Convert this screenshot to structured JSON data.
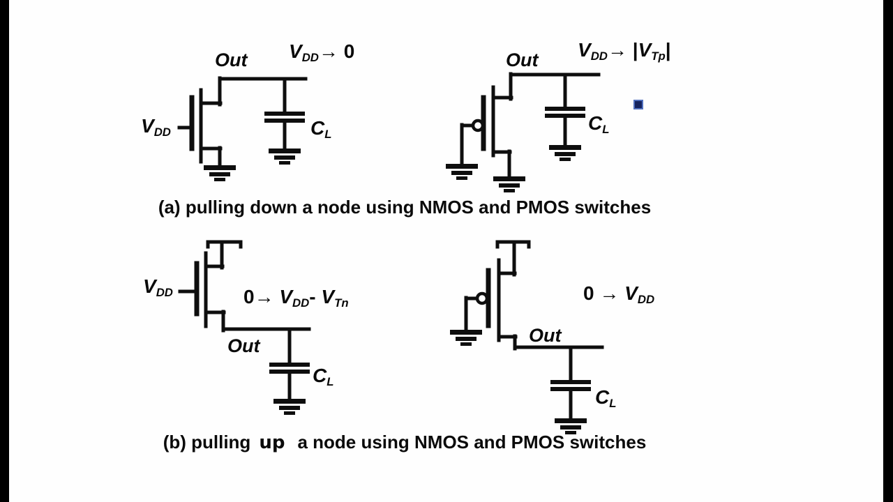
{
  "frame": {
    "side_bar_color": "#000000",
    "canvas_color": "#fefefe",
    "ink_color": "#0e0e0e"
  },
  "marker": {
    "fill_color": "#15235f",
    "border_color": "#4f6fbe"
  },
  "captions": {
    "a": "(a) pulling down a node using NMOS and PMOS switches",
    "b_prefix": "(b) pulling",
    "b_emphasis": "up",
    "b_suffix": "a node using NMOS and PMOS switches"
  },
  "circuits": {
    "nmos_pulldown": {
      "out": "Out",
      "gate": [
        {
          "t": "V",
          "s": "bi"
        },
        {
          "t": "DD",
          "s": "sub"
        }
      ],
      "voltage": [
        {
          "t": "V",
          "s": "bi"
        },
        {
          "t": "DD",
          "s": "sub"
        },
        {
          "t": "→",
          "s": "b"
        },
        {
          "t": " 0",
          "s": "b"
        }
      ],
      "cap": [
        {
          "t": "C",
          "s": "bi"
        },
        {
          "t": "L",
          "s": "sub"
        }
      ]
    },
    "pmos_pulldown": {
      "out": "Out",
      "voltage": [
        {
          "t": "V",
          "s": "bi"
        },
        {
          "t": "DD",
          "s": "sub"
        },
        {
          "t": "→",
          "s": "b"
        },
        {
          "t": " |",
          "s": "b"
        },
        {
          "t": "V",
          "s": "bi"
        },
        {
          "t": "Tp",
          "s": "sub"
        },
        {
          "t": "|",
          "s": "b"
        }
      ],
      "cap": [
        {
          "t": "C",
          "s": "bi"
        },
        {
          "t": "L",
          "s": "sub"
        }
      ]
    },
    "nmos_pullup": {
      "out": "Out",
      "gate": [
        {
          "t": "V",
          "s": "bi"
        },
        {
          "t": "DD",
          "s": "sub"
        }
      ],
      "voltage": [
        {
          "t": "0",
          "s": "b"
        },
        {
          "t": "→ ",
          "s": "b"
        },
        {
          "t": "V",
          "s": "bi"
        },
        {
          "t": "DD",
          "s": "sub"
        },
        {
          "t": "- ",
          "s": "b"
        },
        {
          "t": "V",
          "s": "bi"
        },
        {
          "t": "Tn",
          "s": "sub"
        }
      ],
      "cap": [
        {
          "t": "C",
          "s": "bi"
        },
        {
          "t": "L",
          "s": "sub"
        }
      ]
    },
    "pmos_pullup": {
      "out": "Out",
      "voltage": [
        {
          "t": "0",
          "s": "b"
        },
        {
          "t": " → ",
          "s": "b"
        },
        {
          "t": "V",
          "s": "bi"
        },
        {
          "t": "DD",
          "s": "sub"
        }
      ],
      "cap": [
        {
          "t": "C",
          "s": "bi"
        },
        {
          "t": "L",
          "s": "sub"
        }
      ]
    }
  }
}
